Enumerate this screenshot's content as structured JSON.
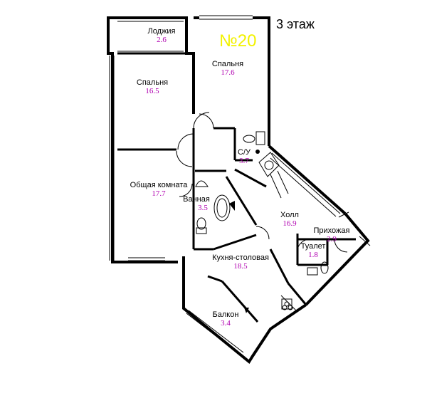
{
  "apartment_number": "№20",
  "floor_label": "3 этаж",
  "rooms": [
    {
      "key": "loggia",
      "name": "Лоджия",
      "area": "2.6"
    },
    {
      "key": "bedroom-left",
      "name": "Спальня",
      "area": "16.5"
    },
    {
      "key": "bedroom-right",
      "name": "Спальня",
      "area": "17.6"
    },
    {
      "key": "living-room",
      "name": "Общая комната",
      "area": "17.7"
    },
    {
      "key": "bathroom",
      "name": "Ванная",
      "area": "3.5"
    },
    {
      "key": "wc-top",
      "name": "С/У",
      "area": "3.7"
    },
    {
      "key": "hall",
      "name": "Холл",
      "area": "16.9"
    },
    {
      "key": "entrance",
      "name": "Прихожая",
      "area": "2.9"
    },
    {
      "key": "toilet",
      "name": "Туалет",
      "area": "1.8"
    },
    {
      "key": "kitchen",
      "name": "Кухня-столовая",
      "area": "18.5"
    },
    {
      "key": "balcony",
      "name": "Балкон",
      "area": "3.4"
    }
  ],
  "colors": {
    "walls": "#000000",
    "area_text": "#b000b0",
    "apartment_number": "#f2f200"
  }
}
